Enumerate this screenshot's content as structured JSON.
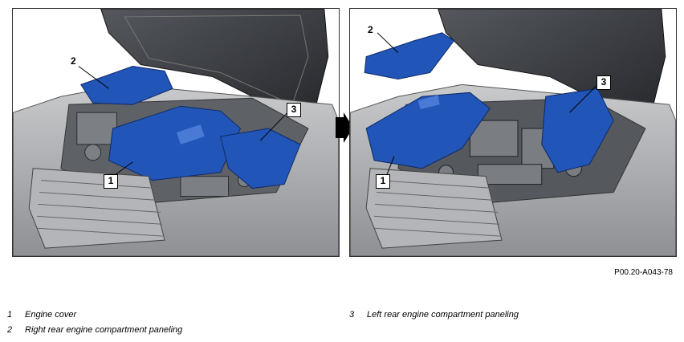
{
  "figure": {
    "id": "P00.20-A043-78",
    "left_callouts": [
      "1",
      "2",
      "3"
    ],
    "right_callouts": [
      "1",
      "2",
      "3"
    ]
  },
  "legend": [
    {
      "num": "1",
      "text": "Engine cover"
    },
    {
      "num": "2",
      "text": "Right rear engine compartment paneling"
    },
    {
      "num": "3",
      "text": "Left rear engine compartment paneling"
    }
  ],
  "colors": {
    "highlight": "#2255b8",
    "car_body": "#a9abae",
    "hood": "#3a3c40",
    "outline": "#222222"
  }
}
